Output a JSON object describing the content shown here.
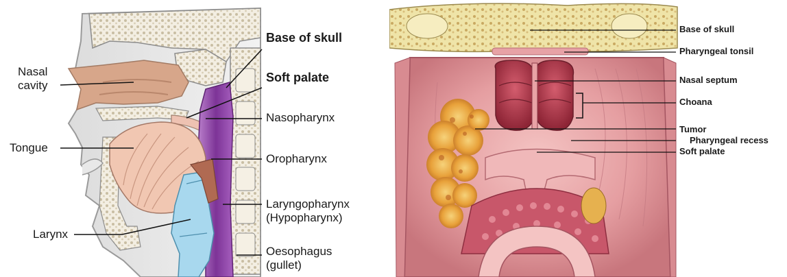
{
  "left_panel": {
    "labels": {
      "nasal_cavity_line1": "Nasal",
      "nasal_cavity_line2": "cavity",
      "base_of_skull": "Base of skull",
      "soft_palate": "Soft palate",
      "nasopharynx": "Nasopharynx",
      "tongue": "Tongue",
      "oropharynx": "Oropharynx",
      "laryngopharynx_line1": "Laryngopharynx",
      "laryngopharynx_line2": "(Hypopharynx)",
      "larynx": "Larynx",
      "oesophagus_line1": "Oesophagus",
      "oesophagus_line2": "(gullet)"
    }
  },
  "right_panel": {
    "labels": {
      "base_of_skull": "Base of skull",
      "pharyngeal_tonsil": "Pharyngeal tonsil",
      "nasal_septum": "Nasal septum",
      "choana": "Choana",
      "tumor": "Tumor",
      "pharyngeal_recess": "Pharyngeal recess",
      "soft_palate": "Soft palate"
    }
  },
  "colors": {
    "bone": "#f0ead9",
    "bone_dots": "#cfc3a4",
    "nasal_tissue": "#d7a68a",
    "pharynx_purple": "#8e45a8",
    "larynx_blue": "#a8d8ee",
    "tongue_tissue": "#f1c7b2",
    "mucosa_pink": "#eaa7a9",
    "choana_red": "#b53a4d",
    "tumor_orange": "#e8a13a",
    "skull_yellow": "#efe4a8"
  }
}
